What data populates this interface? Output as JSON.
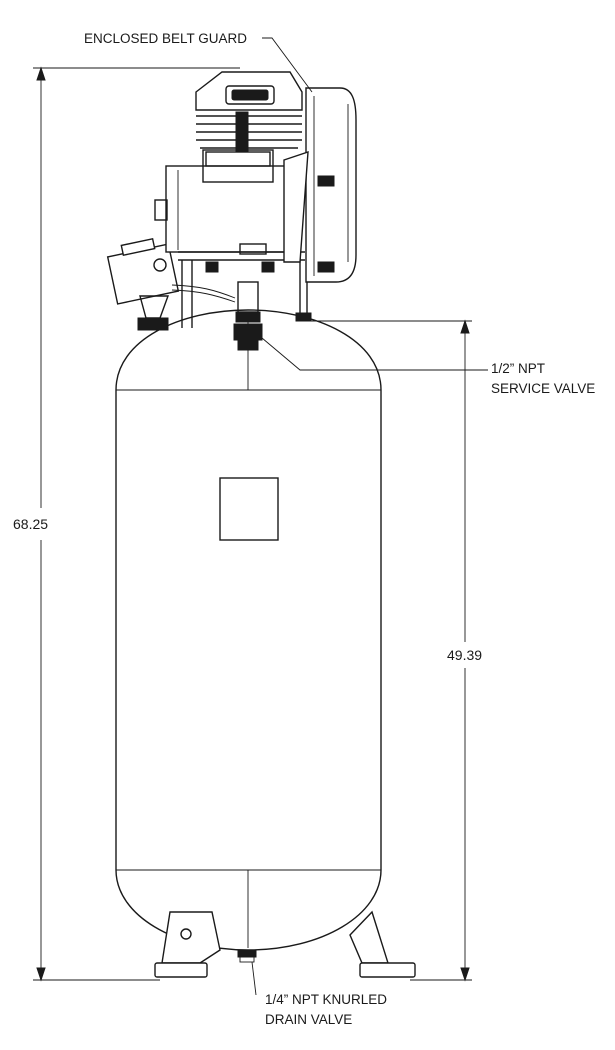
{
  "callouts": {
    "belt_guard": "ENCLOSED BELT GUARD",
    "service_valve_line1": "1/2” NPT",
    "service_valve_line2": "SERVICE VALVE",
    "drain_valve_line1": "1/4” NPT KNURLED",
    "drain_valve_line2": "DRAIN VALVE"
  },
  "dimensions": {
    "overall_height": "68.25",
    "tank_height": "49.39"
  }
}
